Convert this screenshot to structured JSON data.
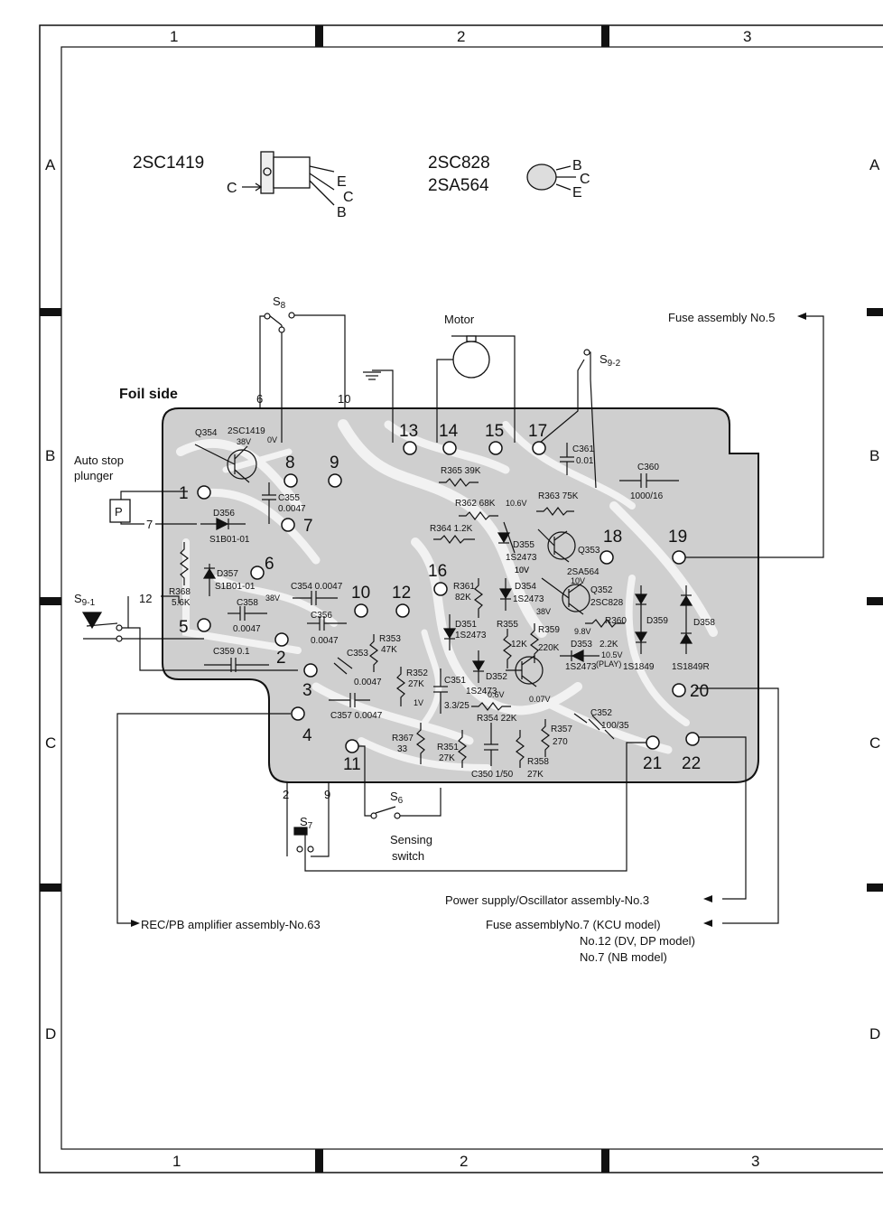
{
  "frame": {
    "columns": [
      "1",
      "2",
      "3"
    ],
    "rows": [
      "A",
      "B",
      "C",
      "D"
    ]
  },
  "transistor_types": {
    "power": {
      "part": "2SC1419",
      "pins": {
        "c": "C",
        "e": "E",
        "c2": "C",
        "b": "B"
      }
    },
    "small": {
      "part1": "2SC828",
      "part2": "2SA564",
      "pins": {
        "b": "B",
        "c": "C",
        "e": "E"
      }
    }
  },
  "labels": {
    "foil_side": "Foil side",
    "motor": "Motor",
    "fuse5": "Fuse assembly No.5",
    "s8": "S",
    "s8_sub": "8",
    "s92": "S",
    "s92_sub": "9-2",
    "s91": "S",
    "s91_sub": "9-1",
    "s6": "S",
    "s6_sub": "6",
    "s7": "S",
    "s7_sub": "7",
    "auto_stop1": "Auto stop",
    "auto_stop2": "plunger",
    "plunger_box": "P",
    "sensing1": "Sensing",
    "sensing2": "switch",
    "power_supply": "Power supply/Oscillator assembly-No.3",
    "rec_pb": "REC/PB amplifier assembly-No.63",
    "fuse7a": "Fuse assemblyNo.7 (KCU model)",
    "fuse12": "No.12 (DV, DP model)",
    "fuse7b": "No.7 (NB model)"
  },
  "wire_numbers": {
    "w6": "6",
    "w10": "10",
    "w7": "7",
    "w12": "12",
    "w2": "2",
    "w9": "9"
  },
  "terminals": [
    "1",
    "2",
    "3",
    "4",
    "5",
    "6",
    "7",
    "8",
    "9",
    "10",
    "11",
    "12",
    "13",
    "14",
    "15",
    "16",
    "17",
    "18",
    "19",
    "20",
    "21",
    "22"
  ],
  "parts": {
    "q354": "Q354",
    "q354_type": "2SC1419",
    "v38": "38V",
    "v0": "0V",
    "c355": "C355",
    "c355v": "0.0047",
    "d356": "D356",
    "d356t": "S1B01-01",
    "d357": "D357",
    "d357t": "S1B01-01",
    "r368": "R368",
    "r368v": "5.6K",
    "c358": "C358",
    "c358v": "0.0047",
    "v38b": "38V",
    "c354": "C354 0.0047",
    "c356": "C356",
    "c356v": "0.0047",
    "c359": "C359 0.1",
    "c353": "C353",
    "c353v": "0.0047",
    "r353": "R353",
    "r353v": "47K",
    "c357": "C357 0.0047",
    "r352": "R352",
    "r352v": "27K",
    "v1": "1V",
    "r367": "R367",
    "r367v": "33",
    "r351": "R351",
    "r351v": "27K",
    "c351": "C351",
    "c351v": "3.3/25",
    "d351": "D351",
    "d351t": "1S2473",
    "d352": "D352",
    "d352t": "1S2473",
    "v06": "0.6V",
    "r354": "R354 22K",
    "c350": "C350 1/50",
    "r358": "R358",
    "r358v": "27K",
    "r361": "R361",
    "r361v": "82K",
    "d354": "D354",
    "d354t": "1S2473",
    "v10": "10V",
    "r355": "R355",
    "r355v": "12K",
    "r359": "R359",
    "r359v": "220K",
    "v38c": "38V",
    "v007": "0.07V",
    "r357": "R357",
    "r357v": "270",
    "c352": "C352",
    "c352v": "100/35",
    "r365": "R365 39K",
    "r362": "R362 68K",
    "v106": "10.6V",
    "r363": "R363 75K",
    "r364": "R364 1.2K",
    "d355": "D355",
    "d355t": "1S2473",
    "v10b": "10V",
    "q353": "Q353",
    "q353_type": "2SA564",
    "v10c": "10V",
    "q352": "Q352",
    "q352_type": "2SC828",
    "r360": "R360",
    "r360v": "2.2K",
    "v98": "9.8V",
    "d353": "D353",
    "d353t": "1S2473",
    "v105": "10.5V",
    "play": "(PLAY)",
    "d359": "D359",
    "d359t": "1S1849",
    "d358": "D358",
    "d358t": "1S1849R",
    "c361": "C361",
    "c361v": "0.01",
    "c360": "C360",
    "c360v": "1000/16"
  }
}
